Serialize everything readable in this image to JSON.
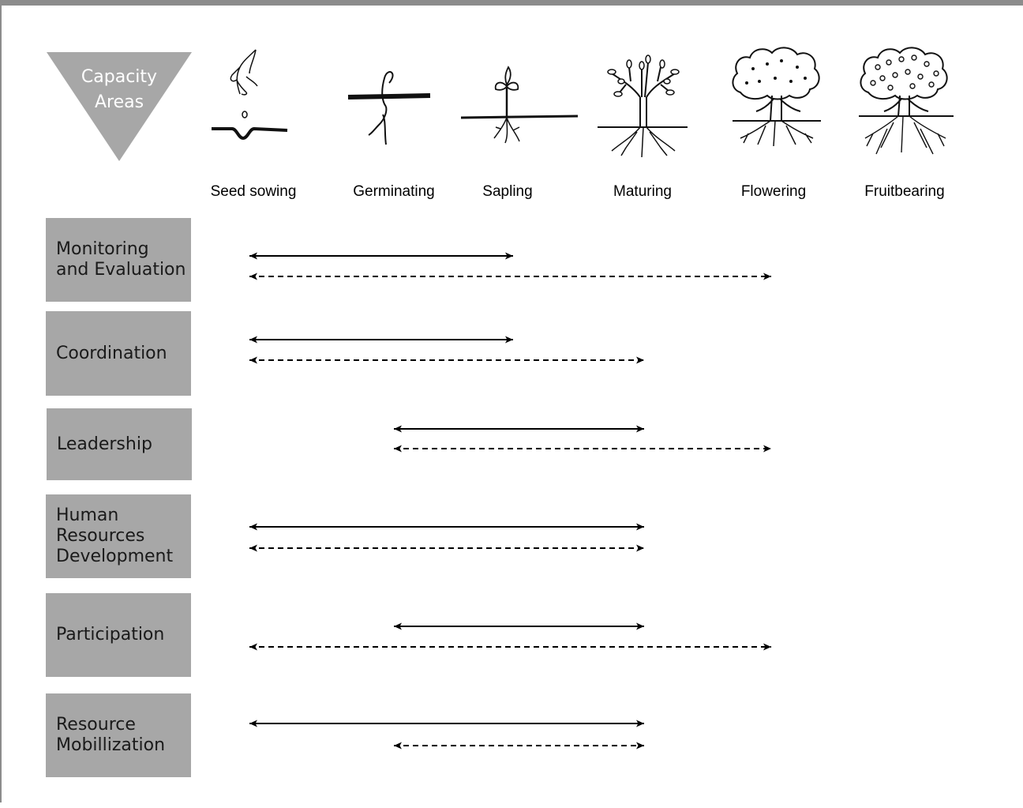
{
  "corner_label": "Capacity\nAreas",
  "stages": [
    "Seed sowing",
    "Germinating",
    "Sapling",
    "Maturing",
    "Flowering",
    "Fruitbearing"
  ],
  "areas": [
    {
      "label": "Monitoring\nand Evaluation",
      "solid": [
        "Seed sowing",
        "Sapling"
      ],
      "dashed": [
        "Seed sowing",
        "Flowering"
      ]
    },
    {
      "label": "Coordination",
      "solid": [
        "Seed sowing",
        "Sapling"
      ],
      "dashed": [
        "Seed sowing",
        "Maturing"
      ]
    },
    {
      "label": "Leadership",
      "solid": [
        "Germinating",
        "Maturing"
      ],
      "dashed": [
        "Germinating",
        "Flowering"
      ]
    },
    {
      "label": "Human\nResources\nDevelopment",
      "solid": [
        "Seed sowing",
        "Maturing"
      ],
      "dashed": [
        "Seed sowing",
        "Maturing"
      ]
    },
    {
      "label": "Participation",
      "solid": [
        "Germinating",
        "Maturing"
      ],
      "dashed": [
        "Seed sowing",
        "Flowering"
      ]
    },
    {
      "label": "Resource\nMobillization",
      "solid": [
        "Seed sowing",
        "Maturing"
      ],
      "dashed": [
        "Germinating",
        "Maturing"
      ]
    }
  ],
  "colors": {
    "box": "#a7a7a7",
    "arrow": "#000000"
  }
}
